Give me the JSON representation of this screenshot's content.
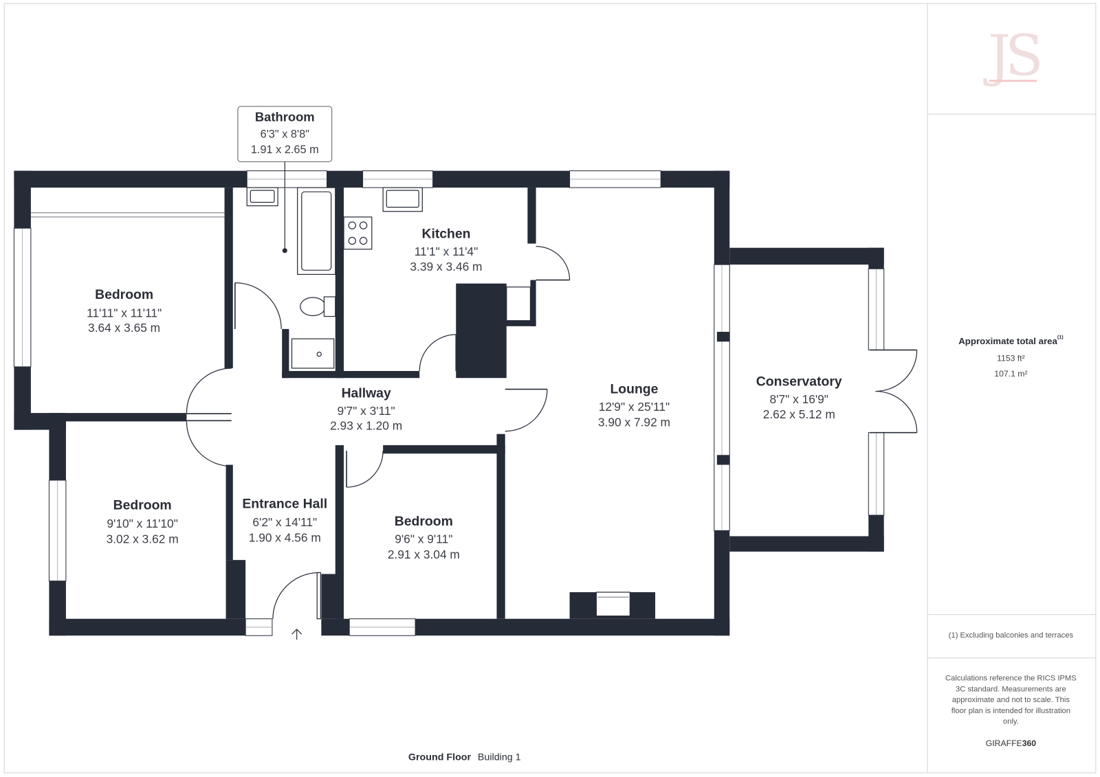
{
  "colors": {
    "wall": "#262b38",
    "border": "#d2d2d2",
    "logo": "#f0dddd",
    "text": "#2a2d36"
  },
  "logo": {
    "text": "JS"
  },
  "rooms": {
    "bathroom": {
      "name": "Bathroom",
      "imperial": "6'3\" x 8'8\"",
      "metric": "1.91 x 2.65 m"
    },
    "kitchen": {
      "name": "Kitchen",
      "imperial": "11'1\" x 11'4\"",
      "metric": "3.39 x 3.46 m"
    },
    "bedroom_1": {
      "name": "Bedroom",
      "imperial": "11'11\" x 11'11\"",
      "metric": "3.64 x 3.65 m"
    },
    "hallway": {
      "name": "Hallway",
      "imperial": "9'7\" x 3'11\"",
      "metric": "2.93 x 1.20 m"
    },
    "lounge": {
      "name": "Lounge",
      "imperial": "12'9\" x 25'11\"",
      "metric": "3.90 x 7.92 m"
    },
    "conservatory": {
      "name": "Conservatory",
      "imperial": "8'7\" x 16'9\"",
      "metric": "2.62 x 5.12 m"
    },
    "bedroom_2": {
      "name": "Bedroom",
      "imperial": "9'10\" x 11'10\"",
      "metric": "3.02 x 3.62 m"
    },
    "entrance_hall": {
      "name": "Entrance Hall",
      "imperial": "6'2\" x 14'11\"",
      "metric": "1.90 x 4.56 m"
    },
    "bedroom_3": {
      "name": "Bedroom",
      "imperial": "9'6\" x 9'11\"",
      "metric": "2.91 x 3.04 m"
    }
  },
  "summary": {
    "title": "Approximate total area",
    "footnote_marker": "(1)",
    "area_imperial": "1153 ft²",
    "area_metric": "107.1 m²"
  },
  "footnote": "(1) Excluding balconies and terraces",
  "disclaimer_lines": [
    "Calculations reference the RICS IPMS",
    "3C standard. Measurements are",
    "approximate and not to scale. This",
    "floor plan is intended for illustration",
    "only."
  ],
  "brand": {
    "prefix": "GIRAFFE",
    "suffix": "360"
  },
  "floor": {
    "level": "Ground Floor",
    "building": "Building 1"
  },
  "icons": {
    "entrance": "entrance-arrow-icon"
  }
}
